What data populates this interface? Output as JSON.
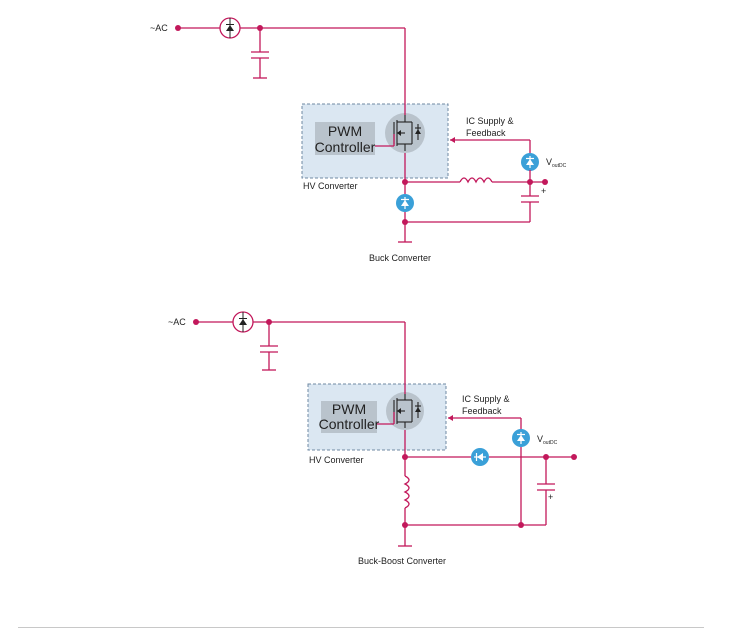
{
  "diagrams": [
    {
      "id": "buck",
      "ac_label": "~AC",
      "controller_line1": "PWM",
      "controller_line2": "Controller",
      "converter_label": "HV Converter",
      "supply_line1": "IC Supply &",
      "supply_line2": "Feedback",
      "vout_main": "V",
      "vout_sub": "outDC",
      "plus": "+",
      "title": "Buck Converter"
    },
    {
      "id": "buck-boost",
      "ac_label": "~AC",
      "controller_line1": "PWM",
      "controller_line2": "Controller",
      "converter_label": "HV Converter",
      "supply_line1": "IC Supply &",
      "supply_line2": "Feedback",
      "vout_main": "V",
      "vout_sub": "outDC",
      "plus": "+",
      "title": "Buck-Boost Converter"
    }
  ],
  "colors": {
    "wire": "#c2185b",
    "box_fill": "#dbe7f2",
    "controller_fill": "#b9c3cc",
    "diode": "#3aa0d8"
  }
}
